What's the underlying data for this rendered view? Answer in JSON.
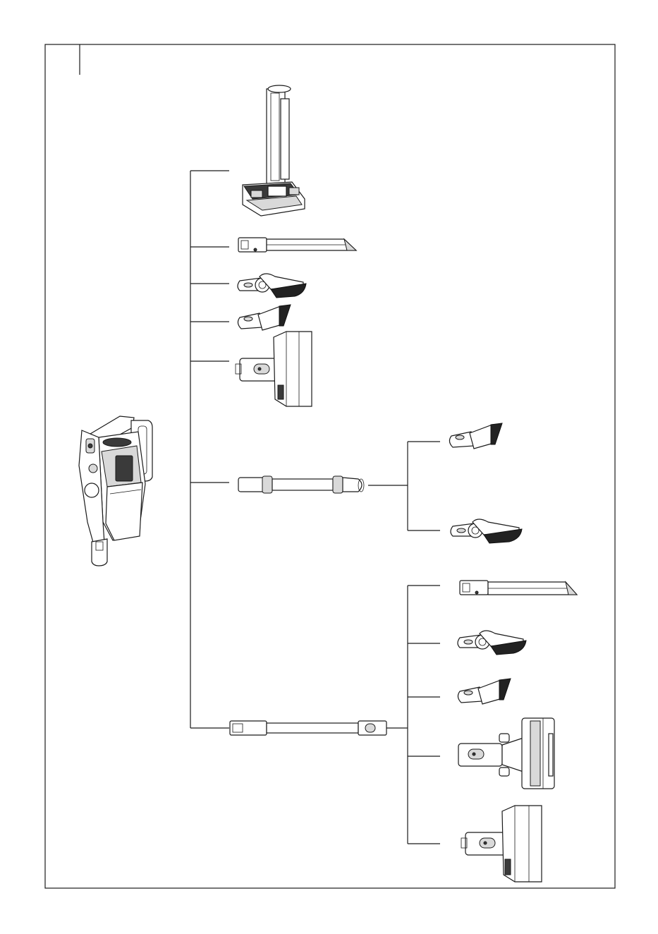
{
  "diagram": {
    "kind": "accessory-compatibility-tree",
    "colors": {
      "line": "#1a1a1a",
      "fill_light": "#d9d9d9",
      "fill_dark": "#3a3a3a",
      "background": "#ffffff"
    },
    "parts": [
      {
        "id": "handheld-unit",
        "icon": "handheld-vacuum-icon"
      },
      {
        "id": "floor-stand-unit",
        "icon": "upright-stand-icon"
      },
      {
        "id": "crevice-tool",
        "icon": "crevice-tool-icon"
      },
      {
        "id": "dusting-brush",
        "icon": "dusting-brush-icon"
      },
      {
        "id": "upholstery-brush",
        "icon": "upholstery-brush-icon"
      },
      {
        "id": "mini-turbo-head",
        "icon": "mini-turbo-head-icon"
      },
      {
        "id": "short-extension-tube",
        "icon": "short-tube-icon"
      },
      {
        "id": "long-extension-wand",
        "icon": "long-wand-icon"
      },
      {
        "id": "floor-head",
        "icon": "floor-head-icon"
      }
    ]
  }
}
